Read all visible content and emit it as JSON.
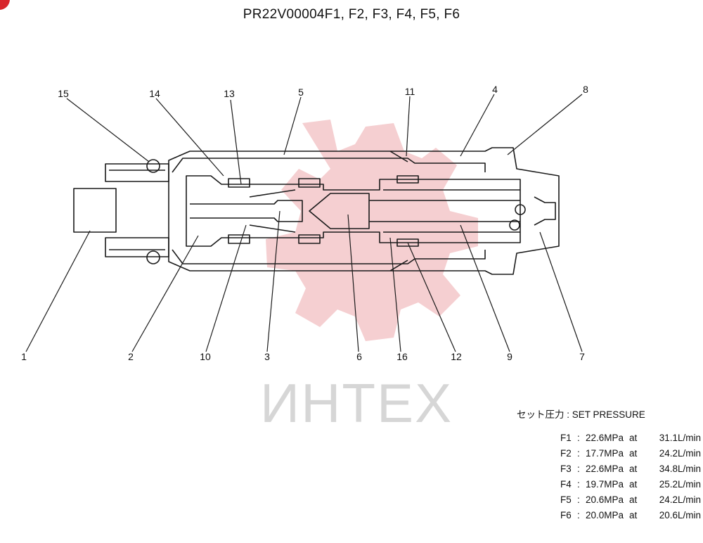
{
  "title": "PR22V00004F1, F2, F3, F4, F5, F6",
  "watermark": "ИНТЕХ",
  "callouts": [
    "15",
    "14",
    "13",
    "5",
    "11",
    "4",
    "8",
    "1",
    "2",
    "10",
    "3",
    "6",
    "16",
    "12",
    "9",
    "7"
  ],
  "legend": {
    "heading": "セット圧力 : SET PRESSURE",
    "rows": [
      {
        "id": "F1",
        "pressure": "22.6MPa",
        "at": "at",
        "flow": "31.1L/min"
      },
      {
        "id": "F2",
        "pressure": "17.7MPa",
        "at": "at",
        "flow": "24.2L/min"
      },
      {
        "id": "F3",
        "pressure": "22.6MPa",
        "at": "at",
        "flow": "34.8L/min"
      },
      {
        "id": "F4",
        "pressure": "19.7MPa",
        "at": "at",
        "flow": "25.2L/min"
      },
      {
        "id": "F5",
        "pressure": "20.6MPa",
        "at": "at",
        "flow": "24.2L/min"
      },
      {
        "id": "F6",
        "pressure": "20.0MPa",
        "at": "at",
        "flow": "20.6L/min"
      }
    ]
  },
  "colors": {
    "line": "#1a1a1a",
    "watermark_red": "#f3c7c9",
    "watermark_gray": "#d6d6d6",
    "badge": "#d8262c"
  }
}
